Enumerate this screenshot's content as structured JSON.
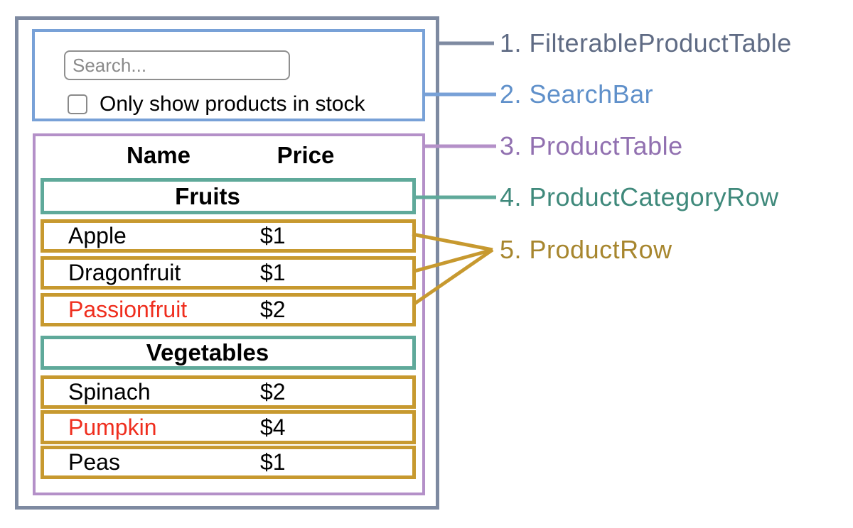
{
  "legend": {
    "items": [
      {
        "text": "1. FilterableProductTable",
        "color": "#5f6b84"
      },
      {
        "text": "2. SearchBar",
        "color": "#5f90ca"
      },
      {
        "text": "3. ProductTable",
        "color": "#9170b0"
      },
      {
        "text": "4. ProductCategoryRow",
        "color": "#3f897b"
      },
      {
        "text": "5. ProductRow",
        "color": "#a7862e"
      }
    ]
  },
  "search_bar": {
    "placeholder": "Search...",
    "value": "",
    "checkbox_label": "Only show products in stock",
    "checkbox_checked": false
  },
  "table": {
    "headers": {
      "name": "Name",
      "price": "Price"
    },
    "sections": [
      {
        "category": "Fruits",
        "rows": [
          {
            "name": "Apple",
            "price": "$1",
            "in_stock": true
          },
          {
            "name": "Dragonfruit",
            "price": "$1",
            "in_stock": true
          },
          {
            "name": "Passionfruit",
            "price": "$2",
            "in_stock": false
          }
        ]
      },
      {
        "category": "Vegetables",
        "rows": [
          {
            "name": "Spinach",
            "price": "$2",
            "in_stock": true
          },
          {
            "name": "Pumpkin",
            "price": "$4",
            "in_stock": false
          },
          {
            "name": "Peas",
            "price": "$1",
            "in_stock": true
          }
        ]
      }
    ]
  },
  "colors": {
    "filterable_product_table": "#7e8aa1",
    "search_bar": "#78a1d7",
    "product_table": "#b490c8",
    "product_category_row": "#5fa99a",
    "product_row": "#c7992f",
    "out_of_stock_text": "#ef2e1e",
    "input_border": "#8f8f8f",
    "placeholder_text": "#8a8a8a"
  }
}
